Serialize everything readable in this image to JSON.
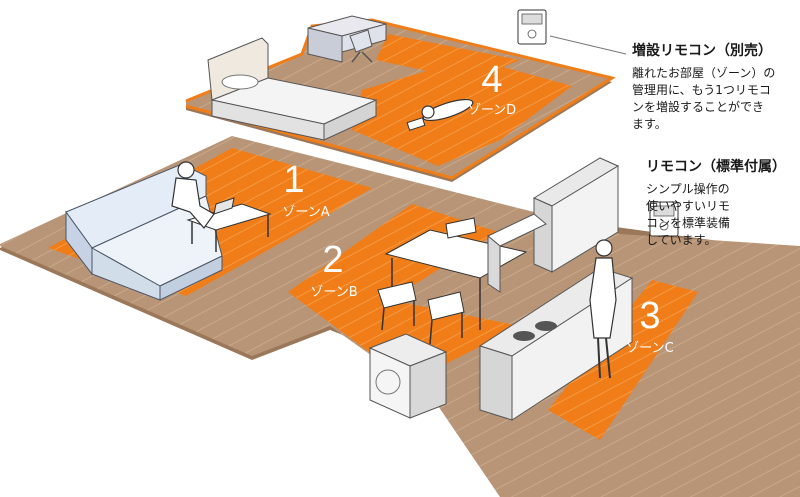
{
  "zones": [
    {
      "number": "1",
      "label": "ゾーンA"
    },
    {
      "number": "2",
      "label": "ゾーンB"
    },
    {
      "number": "3",
      "label": "ゾーンC"
    },
    {
      "number": "4",
      "label": "ゾーンD"
    }
  ],
  "callouts": {
    "extra_remote": {
      "title": "増設リモコン（別売）",
      "desc": "離れたお部屋（ゾーン）の\n管理用に、もう1つリモコ\nンを増設することができ\nます。"
    },
    "standard_remote": {
      "title": "リモコン（標準付属）",
      "desc": "シンプル操作の\n使いやすいリモ\nコンを標準装備\nしています。"
    }
  },
  "colors": {
    "heat_zone": "#f07d17",
    "floor": "#b89577",
    "floor_dark": "#9c785a",
    "floor_grain": "#c9a98b"
  }
}
